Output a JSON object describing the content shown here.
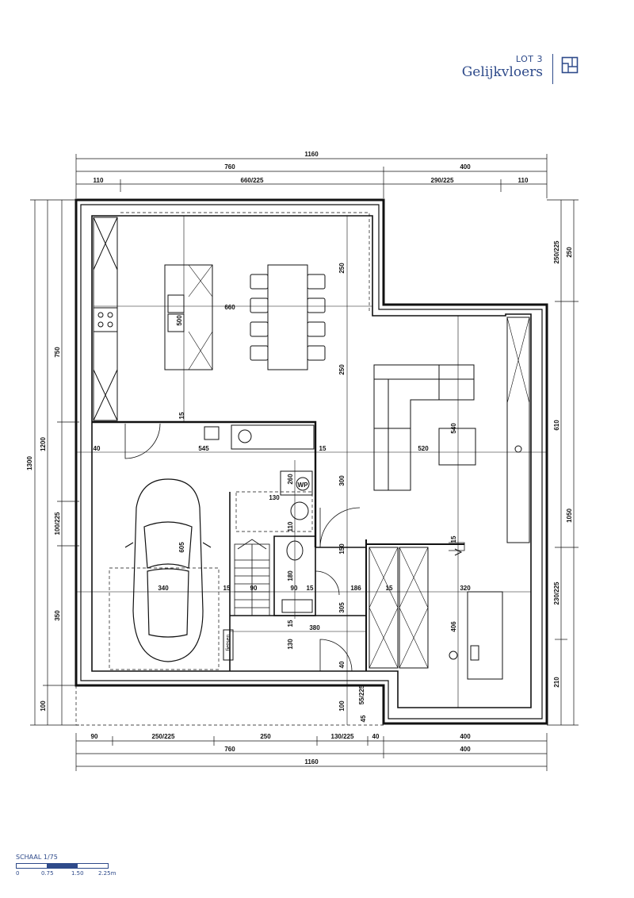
{
  "header": {
    "lot": "LOT 3",
    "title": "Gelijkvloers",
    "icon": "floorplan-icon",
    "color": "#2e4a8a"
  },
  "dimensions": {
    "top_total": "1160",
    "top_left": "760",
    "top_right": "400",
    "top_seg_1": "110",
    "top_seg_2": "660/225",
    "top_seg_3": "290/225",
    "top_seg_4": "110",
    "bottom_seg_1": "90",
    "bottom_seg_2": "250/225",
    "bottom_seg_3": "250",
    "bottom_seg_4": "130/225",
    "bottom_seg_5": "40",
    "bottom_seg_6": "400",
    "bottom_left": "760",
    "bottom_right": "400",
    "bottom_total": "1160",
    "left_total": "1300",
    "left_1200": "1200",
    "left_750": "750",
    "left_100_225": "100/225",
    "left_350": "350",
    "left_100": "100",
    "right_250_225": "250/225",
    "right_250": "250",
    "right_610": "610",
    "right_1050": "1050",
    "right_230_225": "230/225",
    "right_210": "210"
  },
  "interior": {
    "kitchen_width": "660",
    "kitchen_depth": "250",
    "living_depth": "250",
    "island_len": "500",
    "d15_a": "15",
    "d40": "40",
    "d545": "545",
    "d15_b": "15",
    "d520": "520",
    "d540": "540",
    "d300": "300",
    "d260": "260",
    "d130": "130",
    "d110": "110",
    "d605": "605",
    "d150": "150",
    "d180": "180",
    "d340": "340",
    "d15_c": "15",
    "d90_a": "90",
    "d90_b": "90",
    "d15_d": "15",
    "d186": "186",
    "d15_e": "15",
    "d320": "320",
    "d305": "305",
    "d15_f": "15",
    "d380": "380",
    "d130_b": "130",
    "d40_b": "40",
    "d406": "406",
    "d55_225": "55/225",
    "d45": "45",
    "d100": "100",
    "d15_g": "15",
    "wp_label": "WP",
    "bike_label": "fietsen"
  },
  "scale": {
    "label": "SCHAAL 1/75",
    "ticks": [
      "0",
      "0.75",
      "1.50",
      "2.25m"
    ],
    "color": "#2e4a8a"
  }
}
